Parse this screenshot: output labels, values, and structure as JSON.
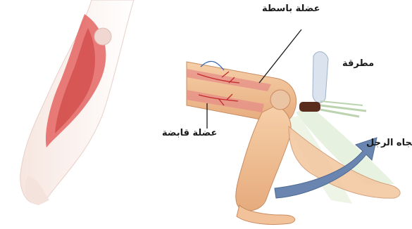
{
  "labels": {
    "extensor_muscle": "عضلة باسطة",
    "flexor_muscle": "عضلة قابضة",
    "reflex_hammer": "مطرقة",
    "leg_direction": "اتجاه الرجل"
  },
  "colors": {
    "skin": "#f2c29a",
    "skin_shade": "#d9a073",
    "muscle": "#e0524f",
    "arrow": "#5f7da8",
    "hammer_head": "#5a2c1c",
    "label_text": "#1a1a1a"
  }
}
